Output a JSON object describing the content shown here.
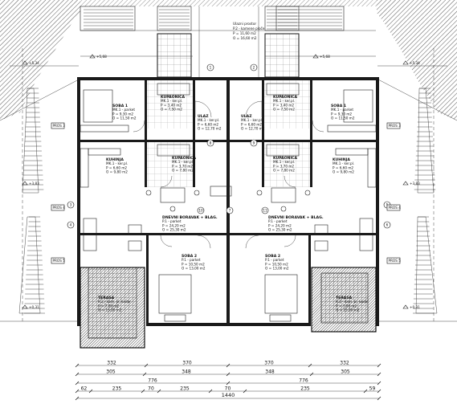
{
  "drawing": {
    "units": [
      {
        "rooms": [
          {
            "name": "SOBA 1",
            "lines": [
              "MK.1 - parket",
              "P = 9,30 m2",
              "O = 11,50 m2"
            ]
          },
          {
            "name": "KUPAONICA",
            "lines": [
              "MK.1 - ker.pl.",
              "P = 3,40 m2",
              "O = 7,50 m2"
            ]
          },
          {
            "name": "ULAZ",
            "lines": [
              "MK.1 - ker.pl.",
              "P = 6,60 m2",
              "O = 12,70 m2"
            ]
          },
          {
            "name": "KUHINJA",
            "lines": [
              "MK.1 - ker.pl.",
              "P = 6,60 m2",
              "O = 9,80 m2"
            ]
          },
          {
            "name": "KUPAONICA",
            "lines": [
              "MK.1 - ker.pl.",
              "P = 3,70 m2",
              "O = 7,80 m2"
            ]
          },
          {
            "name": "DNEVNI BORAVAK + BLAG.",
            "lines": [
              "P.1 - parket",
              "P = 24,20 m2",
              "O = 25,30 m2"
            ]
          },
          {
            "name": "SOBA 2",
            "lines": [
              "P.1 - parket",
              "P = 10,50 m2",
              "O = 13,00 m2"
            ]
          },
          {
            "name": "TERASA",
            "lines": [
              "K.2 - kam. pl. kadar",
              "P = 7,00 m2",
              "O = 15,00 m2"
            ]
          }
        ]
      },
      {
        "rooms": [
          {
            "name": "SOBA 1",
            "lines": [
              "MK.1 - parket",
              "P = 9,30 m2",
              "O = 11,50 m2"
            ]
          },
          {
            "name": "KUPAONICA",
            "lines": [
              "MK.1 - ker.pl.",
              "P = 3,40 m2",
              "O = 7,50 m2"
            ]
          },
          {
            "name": "ULAZ",
            "lines": [
              "MK.1 - ker.pl.",
              "P = 6,60 m2",
              "O = 12,70 m2"
            ]
          },
          {
            "name": "KUHINJA",
            "lines": [
              "MK.1 - ker.pl.",
              "P = 6,60 m2",
              "O = 9,80 m2"
            ]
          },
          {
            "name": "KUPAONICA",
            "lines": [
              "MK.1 - ker.pl.",
              "P = 3,70 m2",
              "O = 7,80 m2"
            ]
          },
          {
            "name": "DNEVNI BORAVAK + BLAG.",
            "lines": [
              "P.1 - parket",
              "P = 24,20 m2",
              "O = 25,30 m2"
            ]
          },
          {
            "name": "SOBA 2",
            "lines": [
              "P.1 - parket",
              "P = 10,50 m2",
              "O = 13,00 m2"
            ]
          },
          {
            "name": "TERASA",
            "lines": [
              "K.2 - kam. pl. kadar",
              "P = 7,00 m2",
              "O = 15,00 m2"
            ]
          }
        ]
      }
    ],
    "stairwell": {
      "name": "Ulazni prostor",
      "lines": [
        "P.2 - kamene ploče",
        "P = 11,60 m2",
        "O = 16,60 m2"
      ]
    },
    "levels": [
      "+5,34",
      "+5,68",
      "+5,68",
      "+5,34",
      "+3,83",
      "+3,83",
      "+0,31",
      "+0,31"
    ],
    "pros": [
      "PROS 3",
      "PROS 4",
      "PROS 5",
      "PROS 3",
      "PROS 4",
      "PROS 5"
    ],
    "axis_marks": [
      "1",
      "2",
      "3",
      "4",
      "5",
      "6",
      "7",
      "8",
      "9",
      "10",
      "11"
    ],
    "dimensions": {
      "row1": [
        "332",
        "370",
        "370",
        "332"
      ],
      "row2": [
        "305",
        "348",
        "348",
        "305"
      ],
      "row3": [
        "776",
        "776"
      ],
      "row4": [
        "62",
        "235",
        "70",
        "235",
        "70",
        "235",
        "59"
      ],
      "total": "1440"
    }
  }
}
